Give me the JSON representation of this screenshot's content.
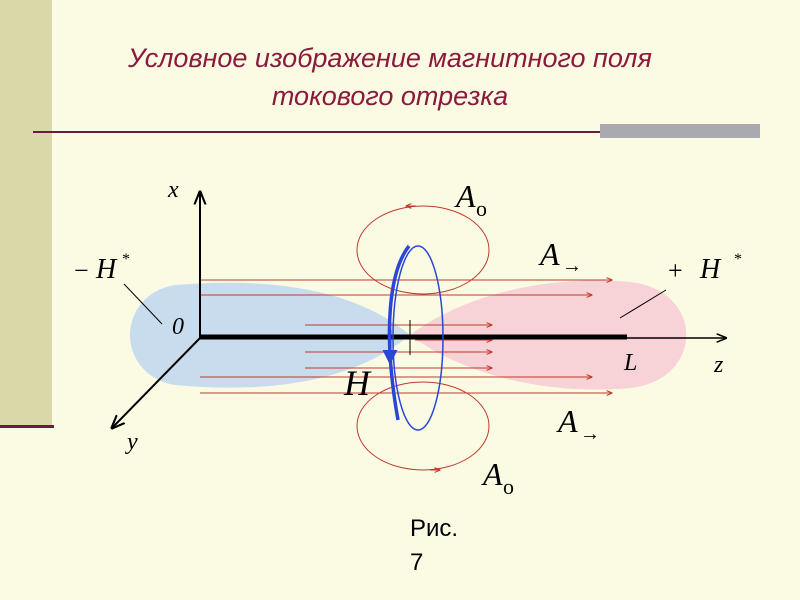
{
  "title": {
    "line1": "Условное изображение магнитного поля",
    "line2": "токового отрезка"
  },
  "labels": {
    "x_axis": "x",
    "y_axis": "y",
    "z_axis": "z",
    "origin": "0",
    "length": "L",
    "field": "H",
    "a_letter": "A",
    "a_sub": "o",
    "a_arrow": "→",
    "h_star_minus_sign": "−",
    "h_star_plus_sign": "+",
    "h_star_letter": "H",
    "h_star_sup": "*"
  },
  "caption": {
    "line1": "Рис.",
    "line2": "7"
  },
  "colors": {
    "title": "#8b1a3d",
    "left_lobe": "#c8dcee",
    "right_lobe": "#f7d2d6",
    "field_lines": "#c0392b",
    "loop": "#2a46d6",
    "rule": "#6b1b3b",
    "sidebar": "#d8d8a8"
  }
}
